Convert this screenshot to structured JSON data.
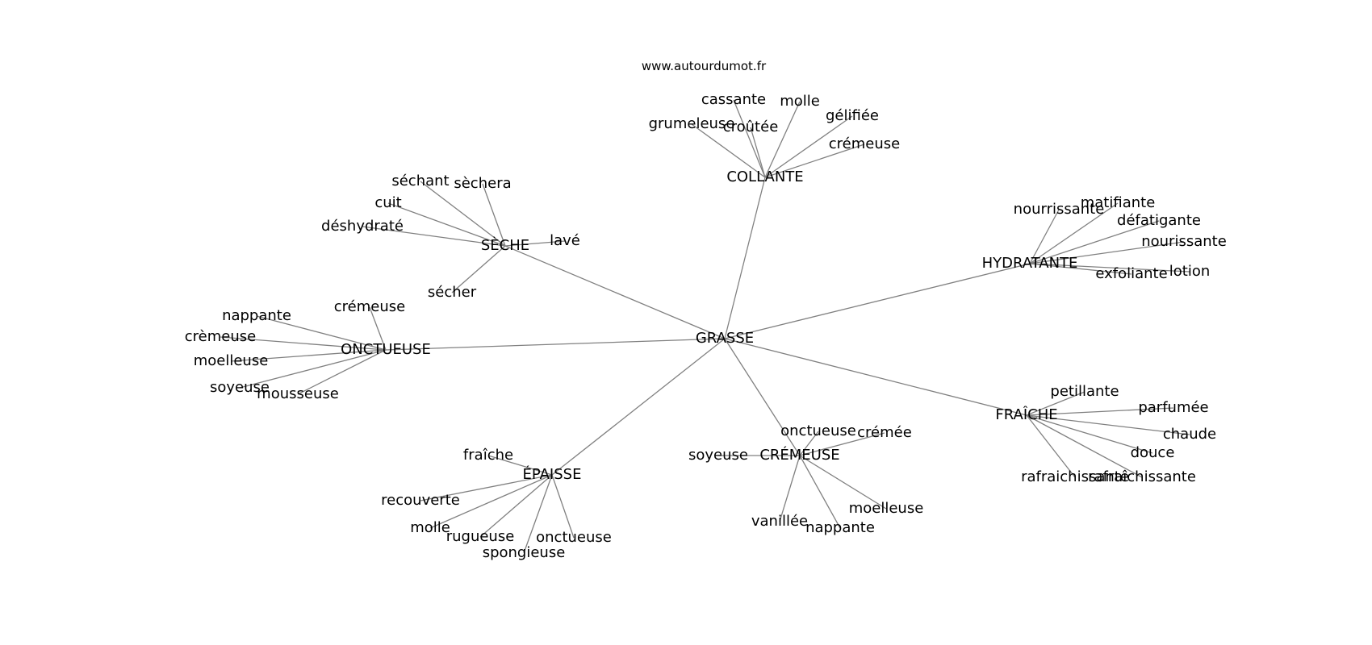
{
  "source": "www.autourdumot.fr",
  "colors": {
    "background": "#ffffff",
    "edge": "#808080",
    "text": "#000000"
  },
  "graph": {
    "root": "GRASSE",
    "clusters": [
      {
        "name": "COLLANTE",
        "words": [
          "cassante",
          "molle",
          "gélifiée",
          "grumeleuse",
          "croûtée",
          "crémeuse"
        ]
      },
      {
        "name": "SÈCHE",
        "words": [
          "séchant",
          "sèchera",
          "cuit",
          "déshydraté",
          "lavé",
          "sécher"
        ]
      },
      {
        "name": "HYDRATANTE",
        "words": [
          "nourrissante",
          "matifiante",
          "défatigante",
          "nourissante",
          "exfoliante",
          "lotion"
        ]
      },
      {
        "name": "ONCTUEUSE",
        "words": [
          "crémeuse",
          "nappante",
          "crèmeuse",
          "moelleuse",
          "soyeuse",
          "mousseuse"
        ]
      },
      {
        "name": "FRAÎCHE",
        "words": [
          "petillante",
          "parfumée",
          "chaude",
          "douce",
          "rafraichissante",
          "rafraîchissante"
        ]
      },
      {
        "name": "CRÉMEUSE",
        "words": [
          "onctueuse",
          "crémée",
          "soyeuse",
          "moelleuse",
          "vanillée",
          "nappante"
        ]
      },
      {
        "name": "ÉPAISSE",
        "words": [
          "fraîche",
          "recouverte",
          "molle",
          "rugueuse",
          "onctueuse",
          "spongieuse"
        ]
      }
    ]
  }
}
